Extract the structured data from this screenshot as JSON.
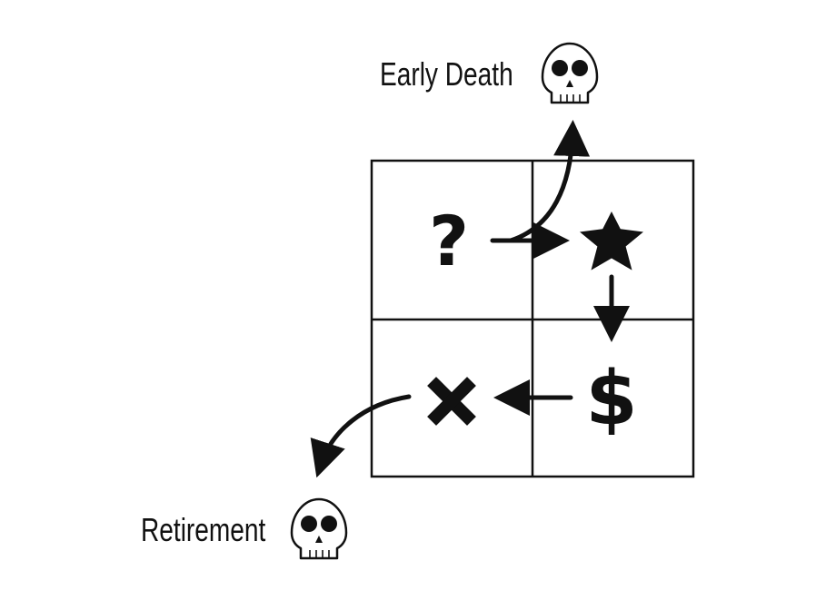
{
  "labels": {
    "early_death": "Early Death",
    "retirement": "Retirement"
  },
  "quadrants": [
    {
      "position": "top-left",
      "symbol": "?",
      "icon": "question-mark-icon"
    },
    {
      "position": "top-right",
      "symbol": "★",
      "icon": "star-icon"
    },
    {
      "position": "bottom-right",
      "symbol": "$",
      "icon": "dollar-icon"
    },
    {
      "position": "bottom-left",
      "symbol": "✖",
      "icon": "x-mark-icon"
    }
  ],
  "end_icons": [
    "skull-icon",
    "skull-icon"
  ],
  "colors": {
    "ink": "#111111",
    "background": "#ffffff"
  }
}
